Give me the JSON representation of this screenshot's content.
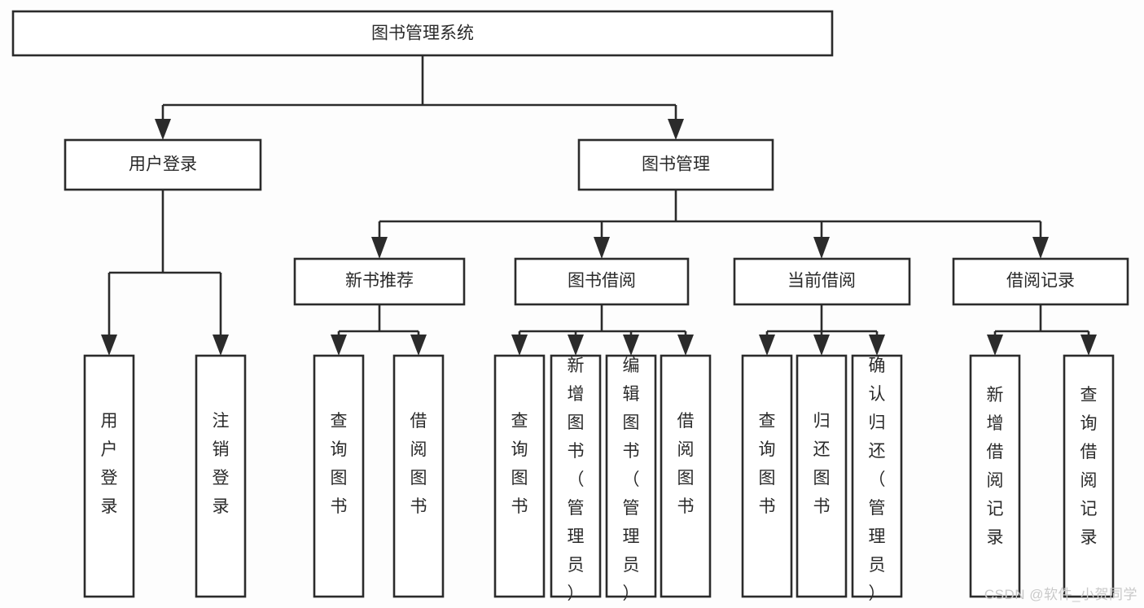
{
  "diagram": {
    "title": "图书管理系统",
    "type": "tree",
    "orientation": "top-down",
    "watermark": "CSDN @软件_小贺同学",
    "colors": {
      "box_fill": "#ffffff",
      "box_stroke": "#2b2b2b",
      "text": "#2a2a2a",
      "background": "#fdfdfd",
      "watermark": "#c9c9c9"
    }
  },
  "chart_data": {
    "type": "tree",
    "title": "图书管理系统",
    "root": {
      "label": "图书管理系统",
      "children": [
        {
          "label": "用户登录",
          "children": [
            {
              "label": "用户登录",
              "children": []
            },
            {
              "label": "注销登录",
              "children": []
            }
          ]
        },
        {
          "label": "图书管理",
          "children": [
            {
              "label": "新书推荐",
              "children": [
                {
                  "label": "查询图书",
                  "children": []
                },
                {
                  "label": "借阅图书",
                  "children": []
                }
              ]
            },
            {
              "label": "图书借阅",
              "children": [
                {
                  "label": "查询图书",
                  "children": []
                },
                {
                  "label": "新增图书（管理员）",
                  "children": []
                },
                {
                  "label": "编辑图书（管理员）",
                  "children": []
                },
                {
                  "label": "借阅图书",
                  "children": []
                }
              ]
            },
            {
              "label": "当前借阅",
              "children": [
                {
                  "label": "查询图书",
                  "children": []
                },
                {
                  "label": "归还图书",
                  "children": []
                },
                {
                  "label": "确认归还（管理员）",
                  "children": []
                }
              ]
            },
            {
              "label": "借阅记录",
              "children": [
                {
                  "label": "新增借阅记录",
                  "children": []
                },
                {
                  "label": "查询借阅记录",
                  "children": []
                }
              ]
            }
          ]
        }
      ]
    }
  },
  "nodes": {
    "root": {
      "label": "图书管理系统"
    },
    "level2": {
      "user_login": {
        "label": "用户登录"
      },
      "book_manage": {
        "label": "图书管理"
      }
    },
    "level3": {
      "new_book_rec": {
        "label": "新书推荐"
      },
      "book_borrow": {
        "label": "图书借阅"
      },
      "current_borrow": {
        "label": "当前借阅"
      },
      "borrow_record": {
        "label": "借阅记录"
      }
    },
    "leaves": {
      "login_1": {
        "label": "用户登录"
      },
      "login_2": {
        "label": "注销登录"
      },
      "rec_1": {
        "label": "查询图书"
      },
      "rec_2": {
        "label": "借阅图书"
      },
      "borrow_1": {
        "label": "查询图书"
      },
      "borrow_2": {
        "label": "新增图书（管理员）"
      },
      "borrow_3": {
        "label": "编辑图书（管理员）"
      },
      "borrow_4": {
        "label": "借阅图书"
      },
      "cur_1": {
        "label": "查询图书"
      },
      "cur_2": {
        "label": "归还图书"
      },
      "cur_3": {
        "label": "确认归还（管理员）"
      },
      "rprec_1": {
        "label": "新增借阅记录"
      },
      "rprec_2": {
        "label": "查询借阅记录"
      }
    }
  }
}
